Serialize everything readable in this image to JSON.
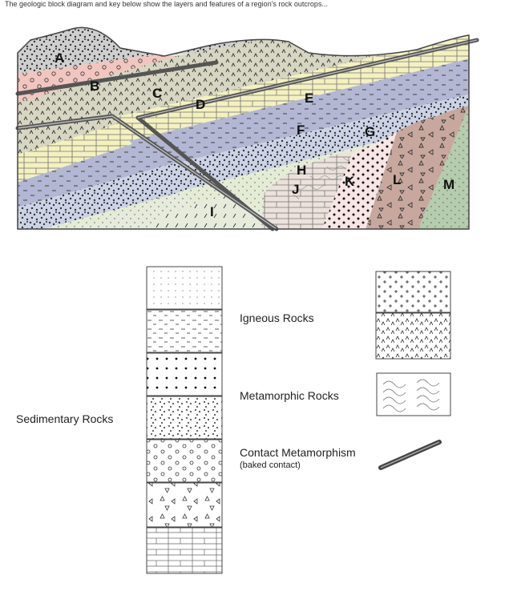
{
  "intro_text": "The geologic block diagram and key below show the layers and features of a region's rock outcrops...",
  "units": [
    {
      "label": "A"
    },
    {
      "label": "B"
    },
    {
      "label": "C"
    },
    {
      "label": "D"
    },
    {
      "label": "E"
    },
    {
      "label": "F"
    },
    {
      "label": "G"
    },
    {
      "label": "H"
    },
    {
      "label": "I"
    },
    {
      "label": "J"
    },
    {
      "label": "K"
    },
    {
      "label": "L"
    },
    {
      "label": "M"
    }
  ],
  "colors": {
    "A": "#cfcfcf",
    "B": "#f2c6c0",
    "C": "#d6d6c2",
    "D": "#f4f1bf",
    "E": "#b3b7d3",
    "F": "#ccd3e6",
    "G": "#e4ecd6",
    "I": "#e6ebdc",
    "J": "#ece2db",
    "K": "#f8e6e6",
    "L": "#c8a89e",
    "M": "#b5ccad",
    "contact": "#555555"
  },
  "legend": {
    "sedimentary_label": "Sedimentary Rocks",
    "igneous_label": "Igneous Rocks",
    "metamorphic_label": "Metamorphic Rocks",
    "contact_label": "Contact Metamorphism",
    "contact_sub": "(baked contact)"
  }
}
